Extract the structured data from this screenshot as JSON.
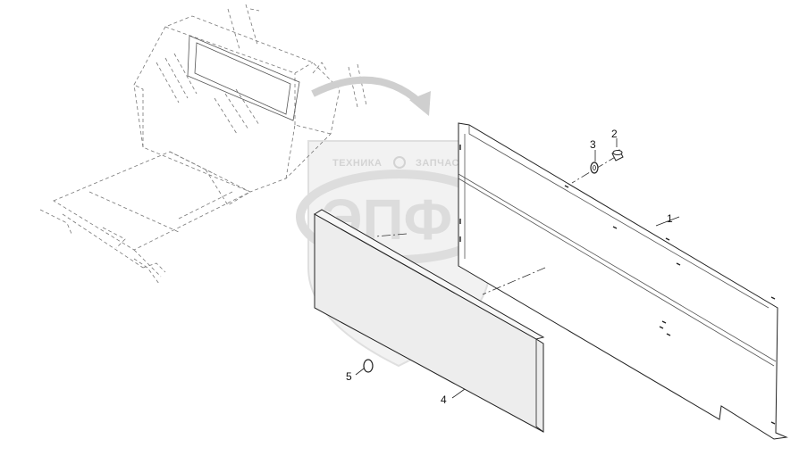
{
  "callouts": [
    {
      "id": "1",
      "label": "1"
    },
    {
      "id": "2",
      "label": "2"
    },
    {
      "id": "3",
      "label": "3"
    },
    {
      "id": "4",
      "label": "4"
    },
    {
      "id": "5",
      "label": "5"
    }
  ],
  "watermark": {
    "left_text": "ТЕХНИКА",
    "right_text": "ЗАПЧАСТИ",
    "big_text": "ЭПФ"
  }
}
